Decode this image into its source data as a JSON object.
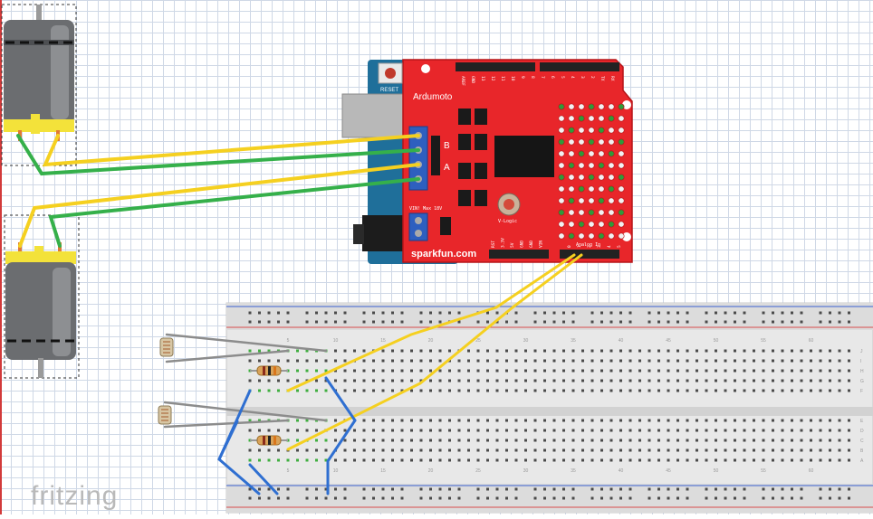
{
  "app": {
    "watermark": "fritzing"
  },
  "shield": {
    "title": "Ardumoto",
    "reset_label": "RESET",
    "brand": "sparkfun.com",
    "vin_label": "VIN! Max 18V",
    "vlogic_label": "V-Logic",
    "motor_a_label": "A",
    "motor_b_label": "B",
    "analog_label": "Analog In",
    "header_top_labels": [
      "AREF",
      "GND",
      "13",
      "12",
      "11",
      "10",
      "9",
      "8",
      "7",
      "6",
      "5",
      "4",
      "3",
      "2",
      "TX",
      "RX"
    ],
    "header_bottom_labels": [
      "RST",
      "3.3V",
      "5V",
      "GND",
      "GND",
      "VIN",
      "0",
      "1",
      "2",
      "3",
      "4",
      "5"
    ],
    "colors": {
      "board": "#e8262a",
      "board_edge": "#b51518",
      "arduino": "#1f6f9a"
    }
  },
  "breadboard": {
    "column_numbers": [
      "5",
      "10",
      "15",
      "20",
      "25",
      "30",
      "35",
      "40",
      "45",
      "50",
      "55",
      "60"
    ],
    "row_letters_top": [
      "J",
      "I",
      "H",
      "G",
      "F"
    ],
    "row_letters_bottom": [
      "E",
      "D",
      "C",
      "B",
      "A"
    ]
  },
  "wires": {
    "colors": {
      "yellow": "#f5d020",
      "green": "#35b04a",
      "gray": "#8c8c8c",
      "blue": "#2f6fd1"
    }
  },
  "parts": {
    "motors": [
      "dc-motor-top",
      "dc-motor-bottom"
    ],
    "photocells": [
      "photocell-top",
      "photocell-bottom"
    ],
    "resistors": [
      "resistor-top",
      "resistor-bottom"
    ]
  }
}
